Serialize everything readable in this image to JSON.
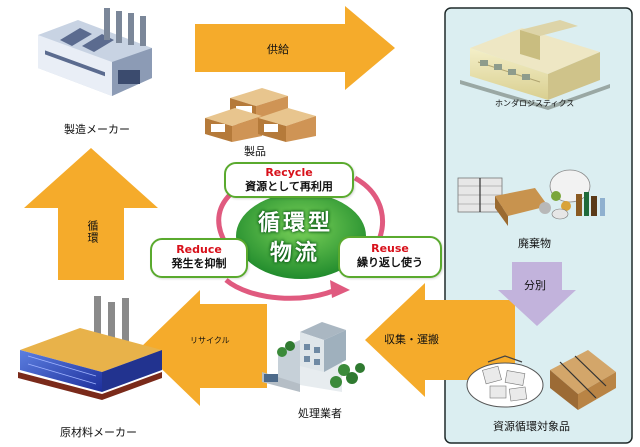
{
  "nodes": {
    "manufacturer": "製造メーカー",
    "products": "製品",
    "logistics": "ホンダロジスティクス",
    "waste": "廃棄物",
    "recycle_items": "資源循環対象品",
    "processor": "処理業者",
    "material_maker": "原材料メーカー"
  },
  "arrows": {
    "supply": "供給",
    "sorting": "分別",
    "collection": "収集・運搬",
    "recycle": "リサイクル",
    "circulation": "循環"
  },
  "cycle": {
    "center": [
      "循環型",
      "物流"
    ],
    "recycle": {
      "en": "Recycle",
      "ja": "資源として再利用"
    },
    "reduce": {
      "en": "Reduce",
      "ja": "発生を抑制"
    },
    "reuse": {
      "en": "Reuse",
      "ja": "繰り返し使う"
    }
  },
  "colors": {
    "arrow_orange": "#f5ab2b",
    "arrow_purple": "#c2b3dc",
    "panel_bg": "#dbeef1",
    "panel_border": "#1f2a2a",
    "cycle_green": "#5aaa2e",
    "cycle_red": "#d8101a",
    "pink_arrow": "#e05a7f"
  }
}
